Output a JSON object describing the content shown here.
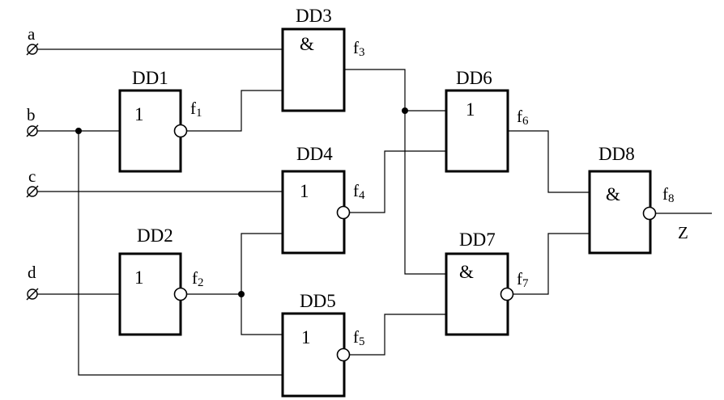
{
  "inputs": {
    "a": "a",
    "b": "b",
    "c": "c",
    "d": "d"
  },
  "gates": {
    "dd1": {
      "name": "DD1",
      "symbol": "1",
      "out": "f",
      "sub": "1"
    },
    "dd2": {
      "name": "DD2",
      "symbol": "1",
      "out": "f",
      "sub": "2"
    },
    "dd3": {
      "name": "DD3",
      "symbol": "&",
      "out": "f",
      "sub": "3"
    },
    "dd4": {
      "name": "DD4",
      "symbol": "1",
      "out": "f",
      "sub": "4"
    },
    "dd5": {
      "name": "DD5",
      "symbol": "1",
      "out": "f",
      "sub": "5"
    },
    "dd6": {
      "name": "DD6",
      "symbol": "1",
      "out": "f",
      "sub": "6"
    },
    "dd7": {
      "name": "DD7",
      "symbol": "&",
      "out": "f",
      "sub": "7"
    },
    "dd8": {
      "name": "DD8",
      "symbol": "&",
      "out": "f",
      "sub": "8"
    }
  },
  "output": "Z"
}
